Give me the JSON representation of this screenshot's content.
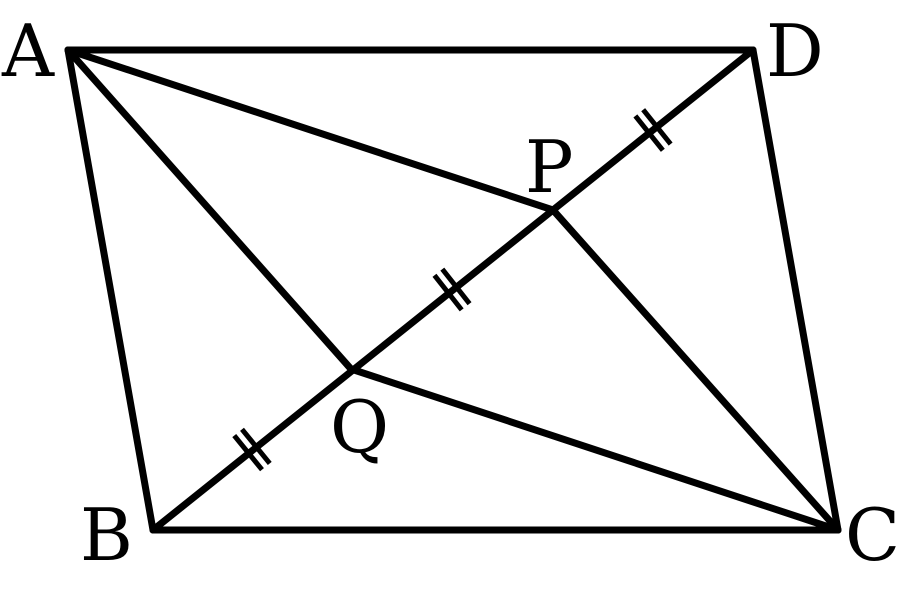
{
  "figure": {
    "vertex_labels": {
      "A": "A",
      "B": "B",
      "C": "C",
      "D": "D",
      "P": "P",
      "Q": "Q"
    },
    "segments": [
      [
        "A",
        "D"
      ],
      [
        "D",
        "C"
      ],
      [
        "C",
        "B"
      ],
      [
        "B",
        "A"
      ],
      [
        "B",
        "D"
      ],
      [
        "A",
        "P"
      ],
      [
        "A",
        "Q"
      ],
      [
        "C",
        "P"
      ],
      [
        "C",
        "Q"
      ]
    ],
    "equal_length_marks": [
      [
        "B",
        "Q"
      ],
      [
        "Q",
        "P"
      ],
      [
        "P",
        "D"
      ]
    ],
    "line_color": "#000000"
  }
}
